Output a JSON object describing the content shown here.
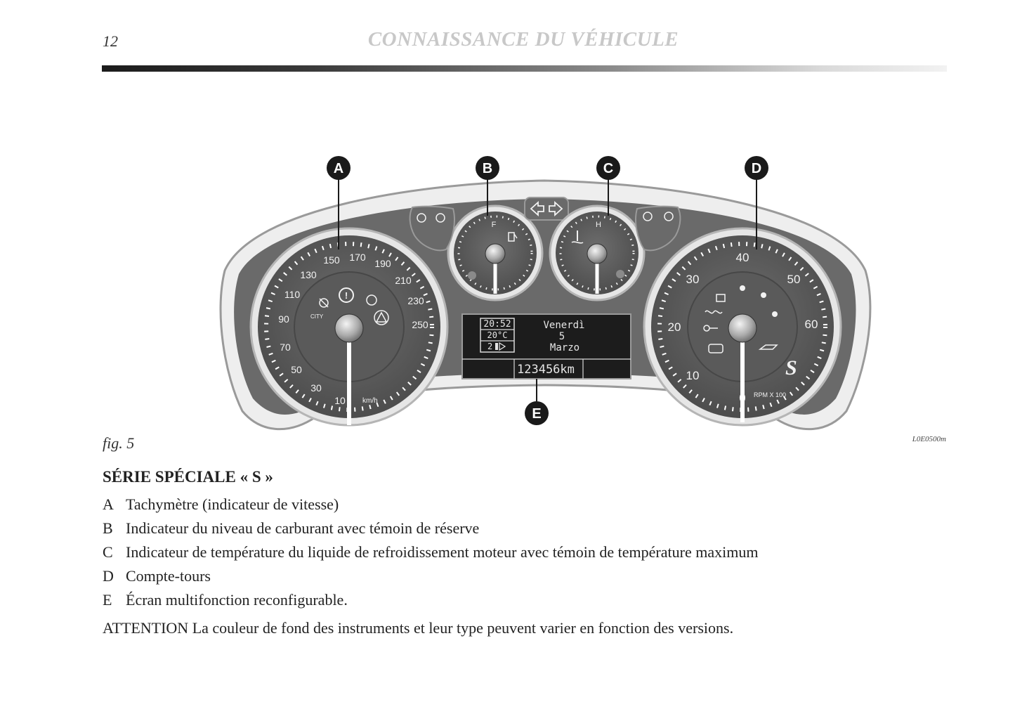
{
  "header": {
    "page_number": "12",
    "chapter_title": "CONNAISSANCE DU VÉHICULE"
  },
  "figure": {
    "callouts": [
      "A",
      "B",
      "C",
      "D",
      "E"
    ],
    "speedometer": {
      "scale_labels": [
        "10",
        "30",
        "50",
        "70",
        "90",
        "110",
        "130",
        "150",
        "170",
        "190",
        "210",
        "230",
        "250"
      ],
      "unit": "km/h",
      "mode": "CITY"
    },
    "fuel_gauge": {
      "mark": "F"
    },
    "temp_gauge": {
      "mark": "H"
    },
    "display": {
      "time": "20:52",
      "temperature": "20°C",
      "gear": "2",
      "day": "Venerdì",
      "date": "5",
      "month": "Marzo",
      "odometer": "123456km"
    },
    "tachometer": {
      "scale_labels": [
        "0",
        "10",
        "20",
        "30",
        "40",
        "50",
        "60"
      ],
      "unit": "RPM X 100",
      "badge": "S"
    },
    "caption": "fig. 5",
    "code": "L0E0500m"
  },
  "section": {
    "heading": "SÉRIE SPÉCIALE « S »",
    "items": [
      {
        "letter": "A",
        "text": "Tachymètre (indicateur de vitesse)"
      },
      {
        "letter": "B",
        "text": "Indicateur du niveau de carburant avec témoin de réserve"
      },
      {
        "letter": "C",
        "text": "Indicateur de température du liquide de refroidissement moteur avec témoin de température maximum"
      },
      {
        "letter": "D",
        "text": "Compte-tours"
      },
      {
        "letter": "E",
        "text": "Écran multifonction reconfigurable."
      }
    ],
    "note": "ATTENTION La couleur de fond des instruments et leur type peuvent varier en fonction des versions."
  }
}
